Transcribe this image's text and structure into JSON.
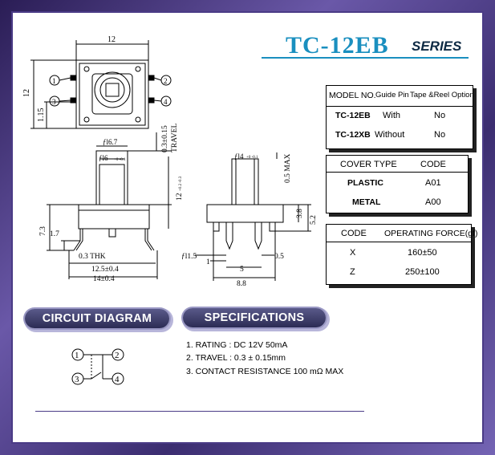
{
  "header": {
    "title": "TC-12EB",
    "series": "SERIES"
  },
  "model_table": {
    "headers": [
      "MODEL NO.",
      "Guide Pin",
      "Tape &Reel Option"
    ],
    "rows": [
      {
        "model": "TC-12EB",
        "guide_pin": "With",
        "tape_reel": "No"
      },
      {
        "model": "TC-12XB",
        "guide_pin": "Without",
        "tape_reel": "No"
      }
    ]
  },
  "cover_table": {
    "headers": [
      "COVER TYPE",
      "CODE"
    ],
    "rows": [
      {
        "type": "PLASTIC",
        "code": "A01"
      },
      {
        "type": "METAL",
        "code": "A00"
      }
    ]
  },
  "force_table": {
    "headers": [
      "CODE",
      "OPERATING FORCE(gf)"
    ],
    "rows": [
      {
        "code": "X",
        "force": "160±50"
      },
      {
        "code": "Z",
        "force": "250±100"
      }
    ]
  },
  "sections": {
    "circuit": "CIRCUIT DIAGRAM",
    "specs": "SPECIFICATIONS"
  },
  "specifications": [
    "1. RATING : DC 12V  50mA",
    "2. TRAVEL : 0.3 ± 0.15mm",
    "3. CONTACT  RESISTANCE 100 mΩ MAX"
  ],
  "drawing_labels": {
    "top_width": "12",
    "top_height": "12",
    "pin_offset": "1.15",
    "travel": "0.3±0.15",
    "travel_label": "TRAVEL",
    "pins": [
      "1",
      "2",
      "3",
      "4"
    ],
    "front_stem": "ƒl6.7",
    "front_plunger": "ƒl6",
    "front_plunger_tol": "+0 -0.1",
    "front_height": "12",
    "front_height_tol": "+0.2 -0.3",
    "front_pin_h": "7.3",
    "front_foot": "1.7",
    "thickness": "0.3  THK",
    "width_inner": "12.5±0.4",
    "width_outer": "14±0.4",
    "side_stem": "ƒl4",
    "side_stem_tol": "+0 -0.1",
    "side_max": "0.5 MAX",
    "side_h1": "3.8",
    "side_h2": "5.2",
    "side_pin": "ƒl1.5",
    "side_1": "1",
    "side_05": "0.5",
    "side_5": "5",
    "side_88": "8.8"
  },
  "circuit_pins": [
    "1",
    "2",
    "3",
    "4"
  ]
}
